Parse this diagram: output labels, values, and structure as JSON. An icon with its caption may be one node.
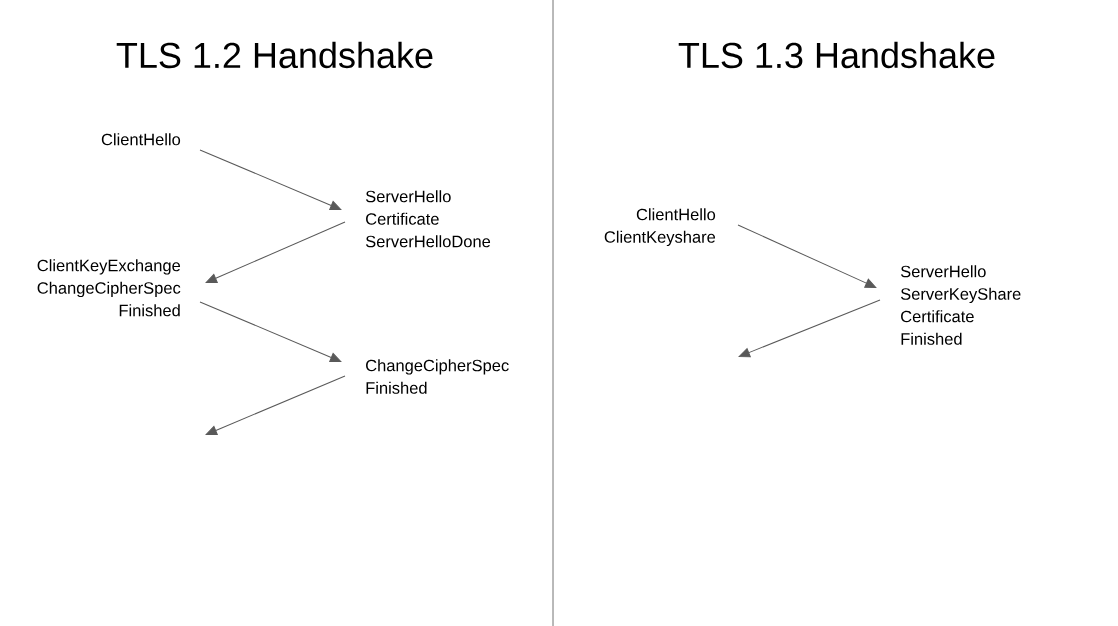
{
  "diagram": {
    "nodes": [
      {
        "text": [
          "ClientHello"
        ]
      },
      {
        "text": [
          "ServerHello",
          "Certificate",
          "ServerHelloDone"
        ]
      },
      {
        "text": [
          "ClientKeyExchange",
          "ChangeCipherSpec",
          "Finished"
        ]
      },
      {
        "text": [
          "ChangeCipherSpec",
          "Finished"
        ]
      },
      {
        "text": [
          "ClientHello",
          "ClientKeyshare"
        ]
      },
      {
        "text": [
          "ServerHello",
          "ServerKeyShare",
          "Certificate",
          "Finished"
        ]
      }
    ],
    "edges": [
      {
        "from": 0,
        "to": 1,
        "arrow": "to"
      },
      {
        "from": 1,
        "to": 2,
        "arrow": "to"
      },
      {
        "from": 2,
        "to": 3,
        "arrow": "to"
      },
      {
        "from": 3,
        "to": null,
        "arrow": "to"
      },
      {
        "from": 4,
        "to": 5,
        "arrow": "to"
      },
      {
        "from": 5,
        "to": null,
        "arrow": "to"
      }
    ],
    "labels": [
      "TLS 1.2 Handshake",
      "TLS 1.3 Handshake"
    ]
  }
}
